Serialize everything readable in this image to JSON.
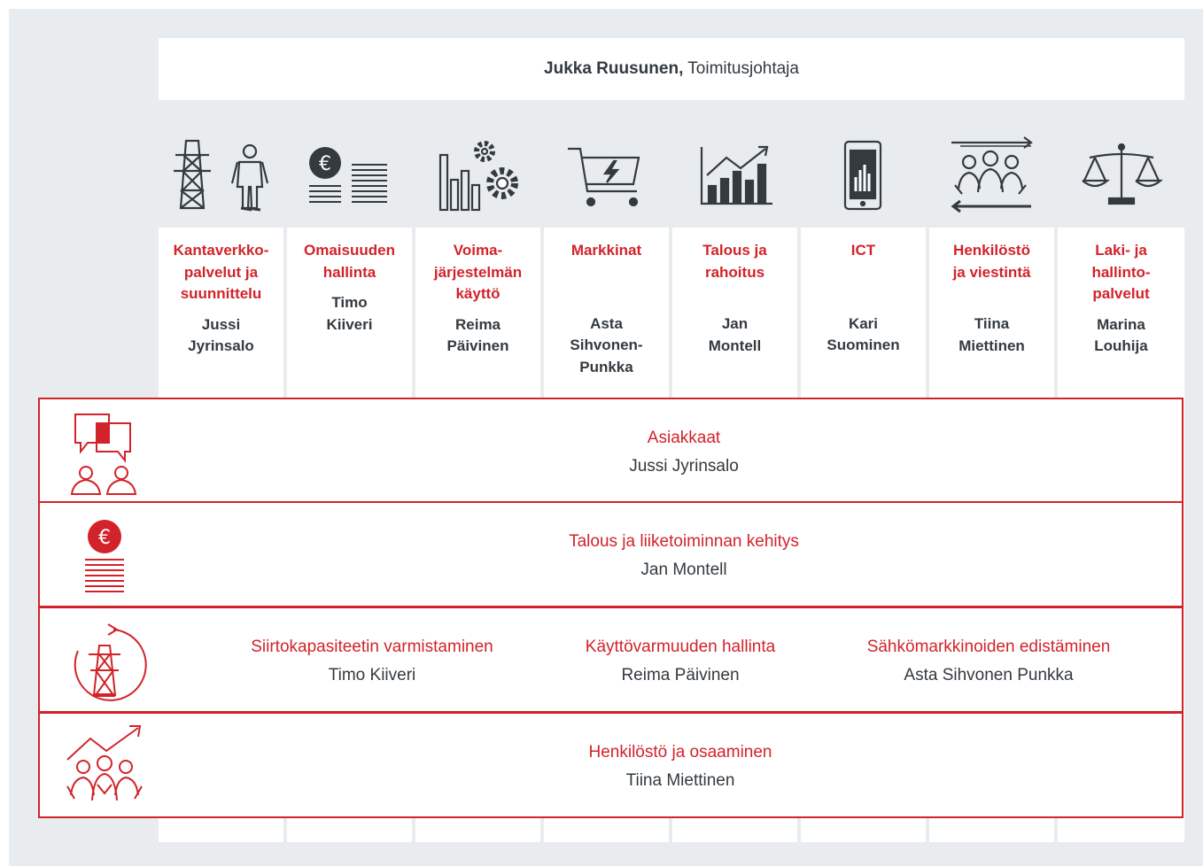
{
  "ceo": {
    "name": "Jukka Ruusunen,",
    "title": "Toimitusjohtaja"
  },
  "columns": [
    {
      "icon": "power-pylon-worker-icon",
      "title": "Kantaverkko-\npalvelut ja\nsuunnittelu",
      "name": "Jussi\nJyrinsalo"
    },
    {
      "icon": "euro-document-icon",
      "title": "Omaisuuden\nhallinta",
      "name": "Timo\nKiiveri"
    },
    {
      "icon": "bars-gears-icon",
      "title": "Voima-\njärjestelmän\nkäyttö",
      "name": "Reima\nPäivinen"
    },
    {
      "icon": "shopping-cart-lightning-icon",
      "title": "Markkinat",
      "name": "Asta\nSihvonen-\nPunkka"
    },
    {
      "icon": "growth-chart-icon",
      "title": "Talous ja\nrahoitus",
      "name": "Jan\nMontell"
    },
    {
      "icon": "mobile-chart-icon",
      "title": "ICT",
      "name": "Kari\nSuominen"
    },
    {
      "icon": "people-arrows-icon",
      "title": "Henkilöstö\nja viestintä",
      "name": "Tiina\nMiettinen"
    },
    {
      "icon": "scales-icon",
      "title": "Laki- ja\nhallinto-\npalvelut",
      "name": "Marina\nLouhija"
    }
  ],
  "bands": [
    {
      "icon": "speech-bubbles-people-icon",
      "items": [
        {
          "title": "Asiakkaat",
          "name": "Jussi Jyrinsalo"
        }
      ]
    },
    {
      "icon": "euro-document-icon",
      "items": [
        {
          "title": "Talous ja liiketoiminnan kehitys",
          "name": "Jan Montell"
        }
      ]
    },
    {
      "icon": "pylon-cycle-icon",
      "items": [
        {
          "title": "Siirtokapasiteetin varmistaminen",
          "name": "Timo Kiiveri"
        },
        {
          "title": "Käyttövarmuuden hallinta",
          "name": "Reima Päivinen"
        },
        {
          "title": "Sähkömarkkinoiden edistäminen",
          "name": "Asta Sihvonen Punkka"
        }
      ]
    },
    {
      "icon": "people-growth-icon",
      "items": [
        {
          "title": "Henkilöstö ja osaaminen",
          "name": "Tiina Miettinen"
        }
      ]
    }
  ],
  "colors": {
    "red": "#d2232a",
    "dark": "#333a40",
    "background": "#e9ecef"
  }
}
